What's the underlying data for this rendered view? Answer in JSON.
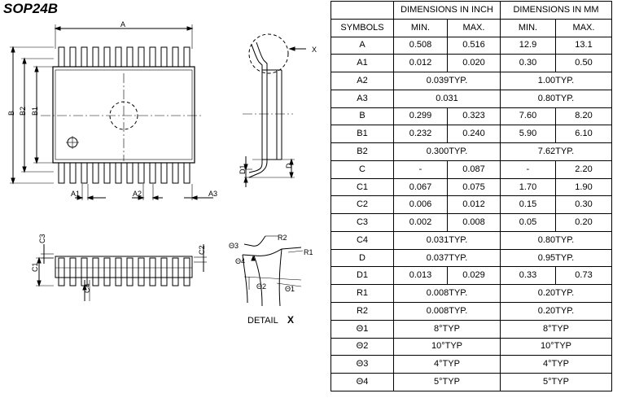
{
  "title": "SOP24B",
  "drawing_labels": {
    "A": "A",
    "A1": "A1",
    "A2": "A2",
    "A3": "A3",
    "B": "B",
    "B1": "B1",
    "B2": "B2",
    "C1": "C1",
    "C2": "C2",
    "C3": "C3",
    "C4": "C4",
    "D": "D",
    "D1": "D1",
    "X": "X",
    "R1": "R1",
    "R2": "R2",
    "theta1": "Θ1",
    "theta2": "Θ2",
    "theta3": "Θ3",
    "theta4": "Θ4",
    "detail": "DETAIL",
    "detail_x": "X"
  },
  "table": {
    "header": {
      "inch": "DIMENSIONS IN INCH",
      "mm": "DIMENSIONS IN MM",
      "symbols": "SYMBOLS",
      "min": "MIN.",
      "max": "MAX."
    },
    "rows": [
      {
        "sym": "A",
        "inch_min": "0.508",
        "inch_max": "0.516",
        "mm_min": "12.9",
        "mm_max": "13.1"
      },
      {
        "sym": "A1",
        "inch_min": "0.012",
        "inch_max": "0.020",
        "mm_min": "0.30",
        "mm_max": "0.50"
      },
      {
        "sym": "A2",
        "inch": "0.039TYP.",
        "mm": "1.00TYP."
      },
      {
        "sym": "A3",
        "inch": "0.031",
        "mm": "0.80TYP."
      },
      {
        "sym": "B",
        "inch_min": "0.299",
        "inch_max": "0.323",
        "mm_min": "7.60",
        "mm_max": "8.20"
      },
      {
        "sym": "B1",
        "inch_min": "0.232",
        "inch_max": "0.240",
        "mm_min": "5.90",
        "mm_max": "6.10"
      },
      {
        "sym": "B2",
        "inch": "0.300TYP.",
        "mm": "7.62TYP."
      },
      {
        "sym": "C",
        "inch_min": "-",
        "inch_max": "0.087",
        "mm_min": "-",
        "mm_max": "2.20"
      },
      {
        "sym": "C1",
        "inch_min": "0.067",
        "inch_max": "0.075",
        "mm_min": "1.70",
        "mm_max": "1.90"
      },
      {
        "sym": "C2",
        "inch_min": "0.006",
        "inch_max": "0.012",
        "mm_min": "0.15",
        "mm_max": "0.30"
      },
      {
        "sym": "C3",
        "inch_min": "0.002",
        "inch_max": "0.008",
        "mm_min": "0.05",
        "mm_max": "0.20"
      },
      {
        "sym": "C4",
        "inch": "0.031TYP.",
        "mm": "0.80TYP."
      },
      {
        "sym": "D",
        "inch": "0.037TYP.",
        "mm": "0.95TYP."
      },
      {
        "sym": "D1",
        "inch_min": "0.013",
        "inch_max": "0.029",
        "mm_min": "0.33",
        "mm_max": "0.73"
      },
      {
        "sym": "R1",
        "inch": "0.008TYP.",
        "mm": "0.20TYP."
      },
      {
        "sym": "R2",
        "inch": "0.008TYP.",
        "mm": "0.20TYP."
      },
      {
        "sym": "Θ1",
        "inch": "8°TYP",
        "mm": "8°TYP"
      },
      {
        "sym": "Θ2",
        "inch": "10°TYP",
        "mm": "10°TYP"
      },
      {
        "sym": "Θ3",
        "inch": "4°TYP",
        "mm": "4°TYP"
      },
      {
        "sym": "Θ4",
        "inch": "5°TYP",
        "mm": "5°TYP"
      }
    ]
  }
}
